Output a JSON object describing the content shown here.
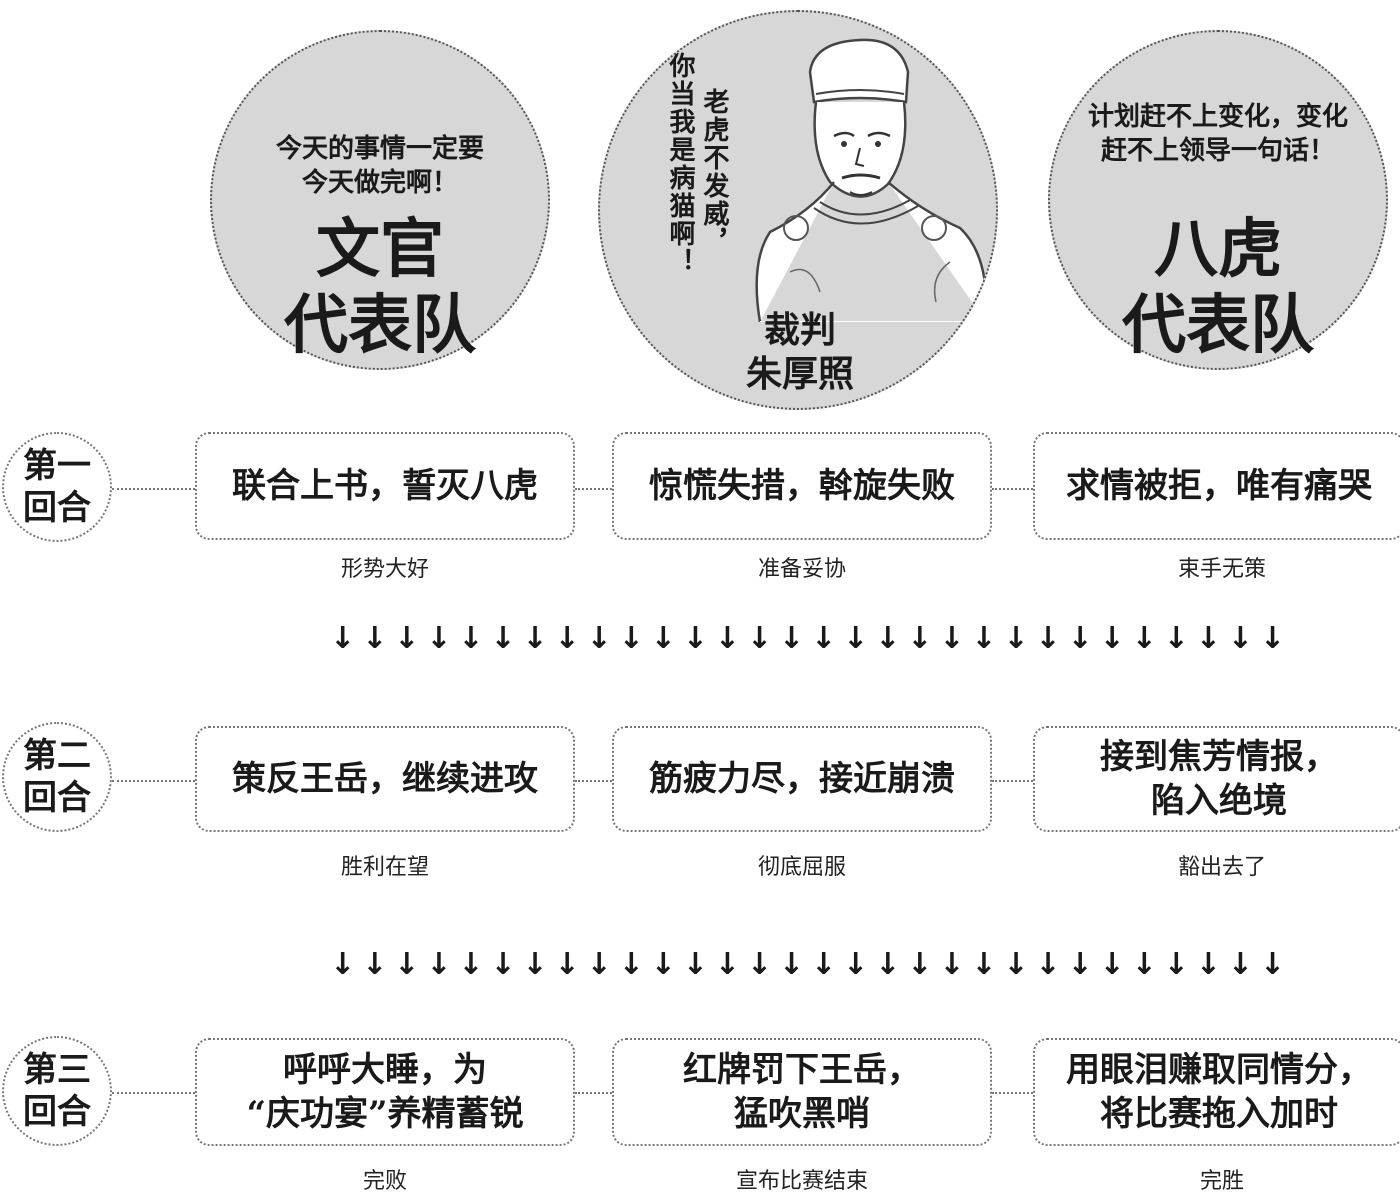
{
  "teams": {
    "left": {
      "quote": "今天的事情一定要今天做完啊！",
      "name": "文官\n代表队"
    },
    "right": {
      "quote": "计划赶不上变化，变化赶不上领导一句话！",
      "name": "八虎\n代表队"
    }
  },
  "referee": {
    "quote_col1": "你当我是病猫啊！",
    "quote_col2": "老虎不发威，",
    "label": "裁判\n朱厚照",
    "figure_icon": "emperor-portrait-icon"
  },
  "rounds": [
    {
      "label": "第一\n回合",
      "actions": [
        "联合上书，誓灭八虎",
        "惊慌失措，斡旋失败",
        "求情被拒，唯有痛哭"
      ],
      "verdicts": [
        "形势大好",
        "准备妥协",
        "束手无策"
      ]
    },
    {
      "label": "第二\n回合",
      "actions": [
        "策反王岳，继续进攻",
        "筋疲力尽，接近崩溃",
        "接到焦芳情报，\n陷入绝境"
      ],
      "verdicts": [
        "胜利在望",
        "彻底屈服",
        "豁出去了"
      ]
    },
    {
      "label": "第三\n回合",
      "actions": [
        "呼呼大睡，为\n“庆功宴”养精蓄锐",
        "红牌罚下王岳，\n猛吹黑哨",
        "用眼泪赚取同情分，\n将比赛拖入加时"
      ],
      "verdicts": [
        "完败",
        "宣布比赛结束",
        "完胜"
      ]
    }
  ],
  "arrow_glyph": "↓",
  "arrow_count": 30,
  "colors": {
    "circle_fill": "#d7d7d7",
    "text": "#1a1a1a"
  }
}
